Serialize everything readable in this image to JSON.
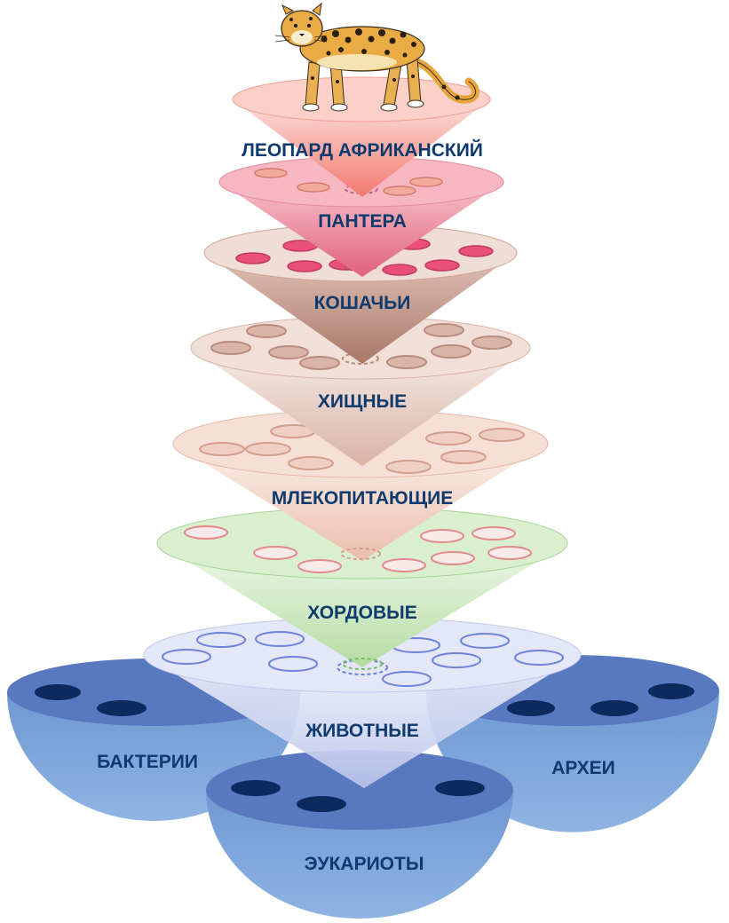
{
  "diagram": {
    "domains": {
      "bacteria": "БАКТЕРИИ",
      "eukaryotes": "ЭУКАРИОТЫ",
      "archaea": "АРХЕИ"
    },
    "taxa": {
      "animals": "ЖИВОТНЫЕ",
      "chordates": "ХОРДОВЫЕ",
      "mammals": "МЛЕКОПИТАЮЩИЕ",
      "carnivores": "ХИЩНЫЕ",
      "felidae": "КОШАЧЬИ",
      "panthera": "ПАНТЕРА",
      "leopard": "ЛЕОПАРД АФРИКАНСКИЙ"
    },
    "colors": {
      "domain_rim": "#5878bf",
      "domain_body": "#7aa3d9",
      "animals": "#d6dcf4",
      "chordates": "#d4ecc6",
      "mammals": "#f3d4c6",
      "carnivores": "#ecd2c6",
      "felidae": "#c89c8e",
      "panthera": "#ee8a9c",
      "leopard": "#f39a90",
      "label": "#0f3a6e"
    }
  }
}
